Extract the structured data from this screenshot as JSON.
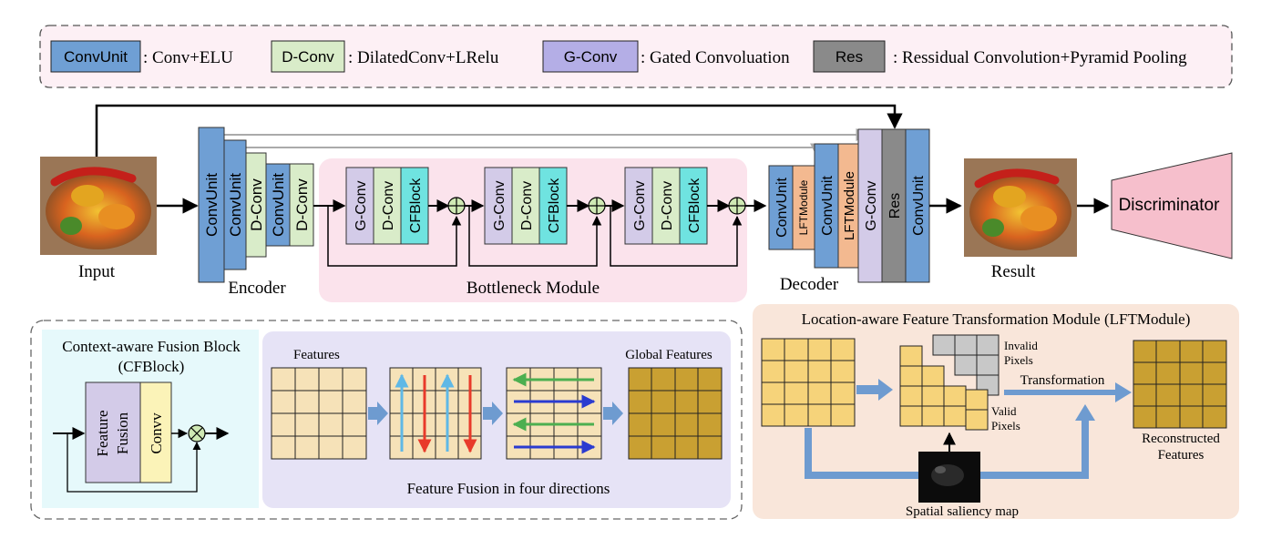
{
  "legend": {
    "items": [
      {
        "box": "ConvUnit",
        "desc": ": Conv+ELU",
        "color": "#6f9fd4"
      },
      {
        "box": "D-Conv",
        "desc": ": DilatedConv+LRelu",
        "color": "#d9ecc9"
      },
      {
        "box": "G-Conv",
        "desc": ": Gated Convoluation",
        "color": "#b4aee6"
      },
      {
        "box": "Res",
        "desc": ": Ressidual Convolution+Pyramid Pooling",
        "color": "#8a8a8a"
      }
    ]
  },
  "pipeline": {
    "input_label": "Input",
    "result_label": "Result",
    "encoder_label": "Encoder",
    "encoder_blocks": [
      "ConvUnit",
      "ConvUnit",
      "D-Conv",
      "ConvUnit",
      "D-Conv"
    ],
    "bottleneck_label": "Bottleneck Module",
    "bottleneck_blocks": [
      "G-Conv",
      "D-Conv",
      "CFBlock"
    ],
    "decoder_label": "Decoder",
    "decoder_blocks": [
      "ConvUnit",
      "LFTModule",
      "ConvUnit",
      "LFTModule",
      "G-Conv",
      "Res",
      "ConvUnit"
    ],
    "discriminator_label": "Discriminator"
  },
  "cfblock": {
    "title_line1": "Context-aware Fusion Block",
    "title_line2": "(CFBlock)",
    "fusion_line1": "Feature",
    "fusion_line2": "Fusion",
    "conv_label": "Convv"
  },
  "fusion": {
    "features_label": "Features",
    "global_label": "Global Features",
    "caption": "Feature Fusion in four directions"
  },
  "lft": {
    "title": "Location-aware Feature Transformation Module (LFTModule)",
    "invalid_line1": "Invalid",
    "invalid_line2": "Pixels",
    "valid_line1": "Valid",
    "valid_line2": "Pixels",
    "transformation_label": "Transformation",
    "reconstructed_line1": "Reconstructed",
    "reconstructed_line2": "Features",
    "saliency_label": "Spatial saliency map"
  },
  "colors": {
    "convunit": "#6f9fd4",
    "dconv": "#d9ecc9",
    "gconv": "#d3cbe8",
    "cfblock": "#6fe3e0",
    "lft": "#f3b990",
    "res": "#8a8a8a",
    "legend_bg": "#fdf0f5",
    "bottleneck_bg": "#fbe3ec",
    "cf_bg": "#e6f9fb",
    "fusion_bg": "#e6e3f6",
    "lft_bg": "#f9e6da",
    "grid_light": "#f6e2b8",
    "grid_gold": "#c9a032",
    "cell_yellow": "#f6d37a",
    "cell_gray": "#c8c8c8",
    "blue_arrow": "#6e9bd0",
    "discriminator": "#f6bfcc"
  }
}
